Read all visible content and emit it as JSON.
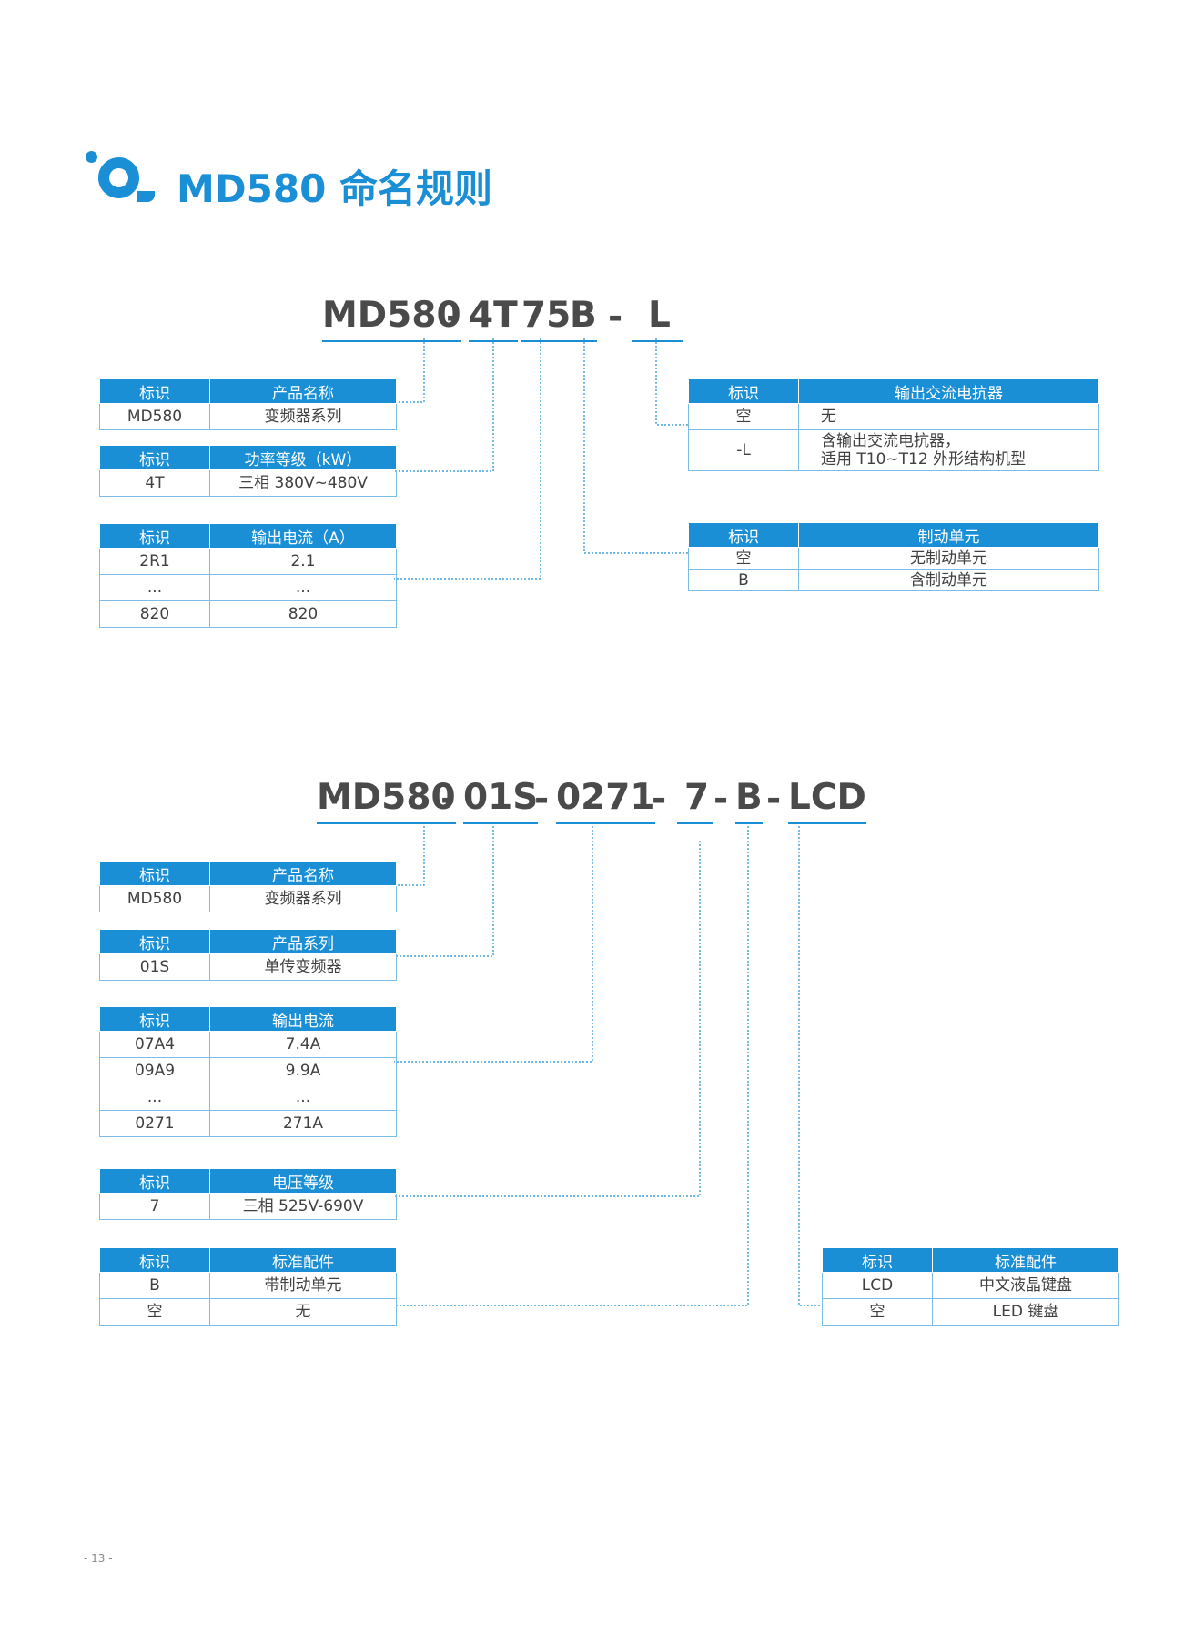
{
  "page": {
    "title": "MD580 命名规则",
    "page_number": "- 13 -"
  },
  "colors": {
    "accent": "#1a8fd6",
    "border": "#7cbde6"
  },
  "code1": {
    "parts": [
      "MD580",
      "-",
      "4T",
      "75",
      "B",
      "-",
      "L"
    ]
  },
  "code2": {
    "parts": [
      "MD580",
      "-",
      "01S",
      "-",
      "0271",
      "-",
      "7",
      "-",
      "B",
      "-",
      "LCD"
    ]
  },
  "tables1": {
    "product": {
      "headers": [
        "标识",
        "产品名称"
      ],
      "rows": [
        [
          "MD580",
          "变频器系列"
        ]
      ]
    },
    "power": {
      "headers": [
        "标识",
        "功率等级（kW）"
      ],
      "rows": [
        [
          "4T",
          "三相 380V~480V"
        ]
      ]
    },
    "current": {
      "headers": [
        "标识",
        "输出电流（A）"
      ],
      "rows": [
        [
          "2R1",
          "2.1"
        ],
        [
          "...",
          "..."
        ],
        [
          "820",
          "820"
        ]
      ]
    },
    "reactor": {
      "headers": [
        "标识",
        "输出交流电抗器"
      ],
      "rows": [
        [
          "空",
          "无"
        ],
        [
          "-L",
          "含输出交流电抗器，",
          "适用 T10~T12 外形结构机型"
        ]
      ]
    },
    "brake": {
      "headers": [
        "标识",
        "制动单元"
      ],
      "rows": [
        [
          "空",
          "无制动单元"
        ],
        [
          "B",
          "含制动单元"
        ]
      ]
    }
  },
  "tables2": {
    "product": {
      "headers": [
        "标识",
        "产品名称"
      ],
      "rows": [
        [
          "MD580",
          "变频器系列"
        ]
      ]
    },
    "series": {
      "headers": [
        "标识",
        "产品系列"
      ],
      "rows": [
        [
          "01S",
          "单传变频器"
        ]
      ]
    },
    "current": {
      "headers": [
        "标识",
        "输出电流"
      ],
      "rows": [
        [
          "07A4",
          "7.4A"
        ],
        [
          "09A9",
          "9.9A"
        ],
        [
          "...",
          "..."
        ],
        [
          "0271",
          "271A"
        ]
      ]
    },
    "voltage": {
      "headers": [
        "标识",
        "电压等级"
      ],
      "rows": [
        [
          "7",
          "三相 525V-690V"
        ]
      ]
    },
    "accessory": {
      "headers": [
        "标识",
        "标准配件"
      ],
      "rows": [
        [
          "B",
          "带制动单元"
        ],
        [
          "空",
          "无"
        ]
      ]
    },
    "keypad": {
      "headers": [
        "标识",
        "标准配件"
      ],
      "rows": [
        [
          "LCD",
          "中文液晶键盘"
        ],
        [
          "空",
          "LED 键盘"
        ]
      ]
    }
  }
}
